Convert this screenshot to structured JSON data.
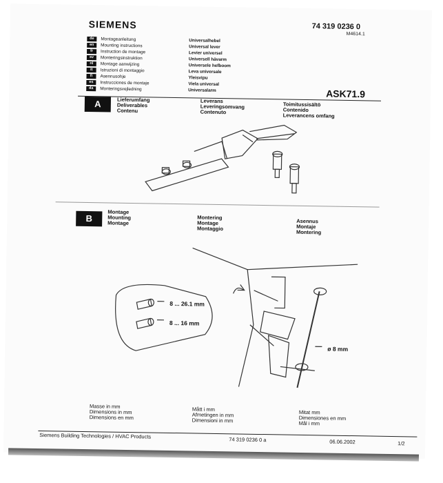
{
  "header": {
    "brand": "SIEMENS",
    "doc_number": "74 319 0236 0",
    "doc_sub": "M4614.1",
    "model": "ASK71.9"
  },
  "languages": [
    {
      "code": "de",
      "title": "Montageanleitung",
      "name": "Universalhebel"
    },
    {
      "code": "en",
      "title": "Mounting instructions",
      "name": "Universal lever"
    },
    {
      "code": "fr",
      "title": "Instruction de montage",
      "name": "Levier universel"
    },
    {
      "code": "sv",
      "title": "Monteringsinstruktion",
      "name": "Universell hävarm"
    },
    {
      "code": "nl",
      "title": "Montage aanwijzing",
      "name": "Universele hefboom"
    },
    {
      "code": "it",
      "title": "Istruzioni di montaggio",
      "name": "Leva universale"
    },
    {
      "code": "fi",
      "title": "Asennusohje",
      "name": "Yleisvipu"
    },
    {
      "code": "es",
      "title": "Instrucciones de montaje",
      "name": "Viela universal"
    },
    {
      "code": "da",
      "title": "Monteringsvejledning",
      "name": "Universalarm"
    }
  ],
  "section_a": {
    "label": "A",
    "col1": [
      "Lieferumfang",
      "Deliverables",
      "Contenu"
    ],
    "col2": [
      "Leverans",
      "Leveringsomvang",
      "Contenuto"
    ],
    "col3": [
      "Toimitussisältö",
      "Contenido",
      "Leverancens omfang"
    ]
  },
  "section_b": {
    "label": "B",
    "col1": [
      "Montage",
      "Mounting",
      "Montage"
    ],
    "col2": [
      "Montering",
      "Montage",
      "Montaggio"
    ],
    "col3": [
      "Asennus",
      "Montaje",
      "Montering"
    ],
    "dim_long": "8 ... 26.1 mm",
    "dim_short": "8 ... 16 mm",
    "dim_rod": "ø 8 mm"
  },
  "dimensions_note": {
    "col1": [
      "Masse in mm",
      "Dimensions in mm",
      "Dimensions en mm"
    ],
    "col2": [
      "Mått i mm",
      "Afmetingen in mm",
      "Dimensioni in mm"
    ],
    "col3": [
      "Mitat mm",
      "Dimensiones en mm",
      "Mål i mm"
    ]
  },
  "footer": {
    "company": "Siemens Building Technologies / HVAC Products",
    "doc_number": "74 319 0236 0 a",
    "date": "06.06.2002",
    "page": "1/2"
  }
}
